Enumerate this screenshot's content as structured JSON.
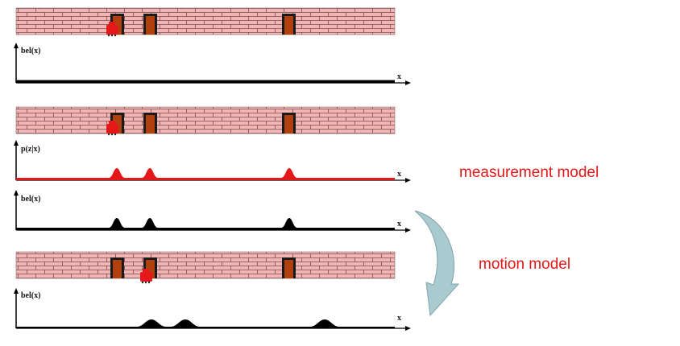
{
  "colors": {
    "brick": "#f2b5b5",
    "mortar": "#7a4e4e",
    "door_frame": "#1a1a1a",
    "door": "#b0400e",
    "robot": "#e41818",
    "measurement": "#e41818",
    "belief": "#000000",
    "arrow": "#a9cbd0",
    "annotation": "#e41818"
  },
  "robot_icon": "robot-icon",
  "door_icon": "door-icon",
  "panels": [
    {
      "doors": [
        "door-1",
        "door-2",
        "door-3"
      ],
      "robot_position": "first-door",
      "plot": {
        "ylabel": "bel(x)",
        "xlabel": "x",
        "shape": "uniform",
        "color": "belief"
      }
    },
    {
      "doors": [
        "door-1",
        "door-2",
        "door-3"
      ],
      "robot_position": "first-door",
      "plots": [
        {
          "ylabel": "p(z|x)",
          "xlabel": "x",
          "shape": "peaks-at-doors",
          "color": "measurement"
        },
        {
          "ylabel": "bel(x)",
          "xlabel": "x",
          "shape": "peaks-at-doors",
          "color": "belief"
        }
      ]
    },
    {
      "doors": [
        "door-1",
        "door-2",
        "door-3"
      ],
      "robot_position": "second-door",
      "plot": {
        "ylabel": "bel(x)",
        "xlabel": "x",
        "shape": "shifted-peaks",
        "color": "belief"
      }
    }
  ],
  "annotations": {
    "measurement_model": "measurement model",
    "motion_model": "motion model"
  }
}
